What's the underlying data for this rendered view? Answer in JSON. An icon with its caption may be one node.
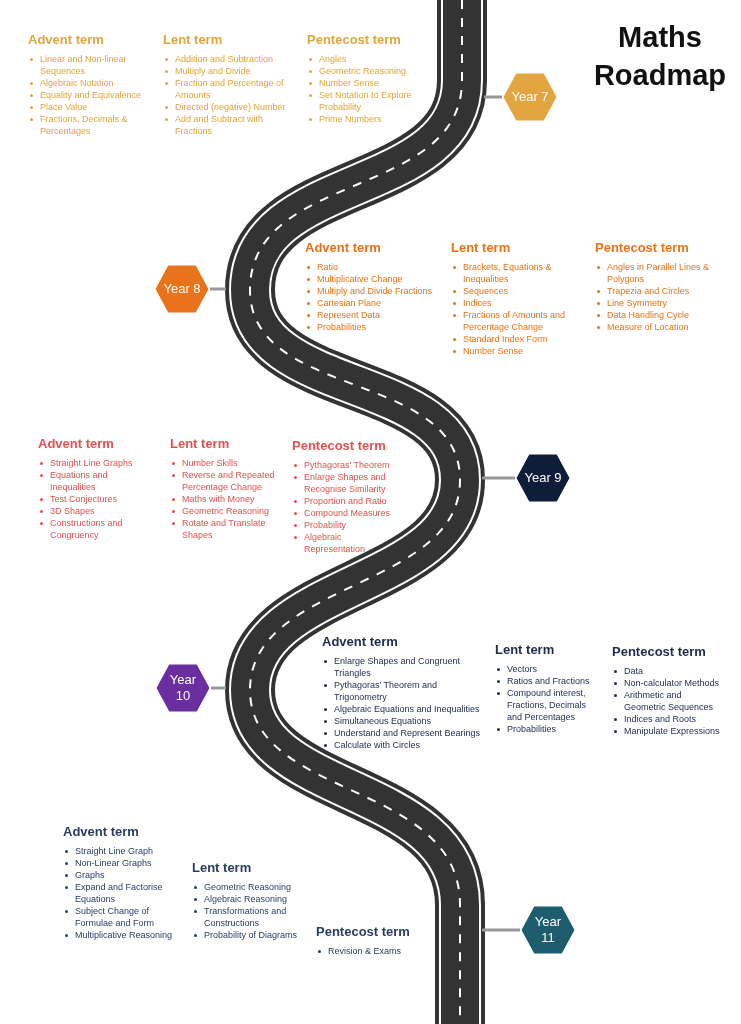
{
  "diagram": {
    "title": "Maths Roadmap",
    "nodes": [
      {
        "text": [
          "Year 7"
        ]
      },
      {
        "text": [
          "Year 8"
        ]
      },
      {
        "text": [
          "Year 9"
        ]
      },
      {
        "text": [
          "Year 10"
        ]
      },
      {
        "text": [
          "Year 11"
        ]
      }
    ],
    "labels": [
      "Advent term",
      "Linear and Non-linear Sequences",
      "Algebraic Notation",
      "Equality and Equivalence",
      "Place Value",
      "Fractions, Decimals & Percentages",
      "Lent term",
      "Addition and Subtraction",
      "Multiply and Divide",
      "Fraction and Percentage of Amounts",
      "Directed (negative) Number",
      "Add and Subtract with Fractions",
      "Pentecost term",
      "Angles",
      "Geometric Reasoning",
      "Number Sense",
      "Set Notation to Explore Probability",
      "Prime Numbers",
      "Advent term",
      "Ratio",
      "Multiplicative Change",
      "Multiply and Divide Fractions",
      "Cartesian Plane",
      "Represent Data",
      "Probabilities",
      "Lent term",
      "Brackets, Equations & Inequalities",
      "Sequences",
      "Indices",
      "Fractions of Amounts and Percentage Change",
      "Standard Index Form",
      "Number Sense",
      "Pentecost term",
      "Angles in Parallel Lines & Polygons",
      "Trapezia and Circles",
      "Line Symmetry",
      "Data Handling Cycle",
      "Measure of Location",
      "Advent term",
      "Straight Line Graphs",
      "Equations and Inequalities",
      "Test Conjectures",
      "3D Shapes",
      "Constructions and Congruency",
      "Lent term",
      "Number Skills",
      "Reverse and Repeated Percentage Change",
      "Maths with Money",
      "Geometric Reasoning",
      "Rotate and Translate Shapes",
      "Pentecost term",
      "Pythagoras' Theorem",
      "Enlarge Shapes and Recognise Similarity",
      "Proportion and Ratio",
      "Compound Measures",
      "Probability",
      "Algebraic Representation",
      "Advent term",
      "Enlarge Shapes and Congruent Triangles",
      "Pythagoras' Theorem and Trigonometry",
      "Algebraic Equations and Inequalities",
      "Simultaneous Equations",
      "Understand and Represent Bearings",
      "Calculate with Circles",
      "Lent term",
      "Vectors",
      "Ratios and Fractions",
      "Compound interest, Fractions, Decimals and Percentages",
      "Probabilities",
      "Pentecost term",
      "Data",
      "Non-calculator Methods",
      "Arithmetic and Geometric Sequences",
      "Indices and Roots",
      "Manipulate Expressions",
      "Advent term",
      "Straight Line Graph",
      "Non-Linear Graphs",
      "Graphs",
      "Expand and Factorise Equations",
      "Subject Change of Formulae and Form",
      "Multiplicative Reasoning",
      "Lent term",
      "Geometric Reasoning",
      "Algebraic Reasoning",
      "Transformations and Constructions",
      "Probability of Diagrams",
      "Pentecost term",
      "Revision & Exams"
    ]
  }
}
